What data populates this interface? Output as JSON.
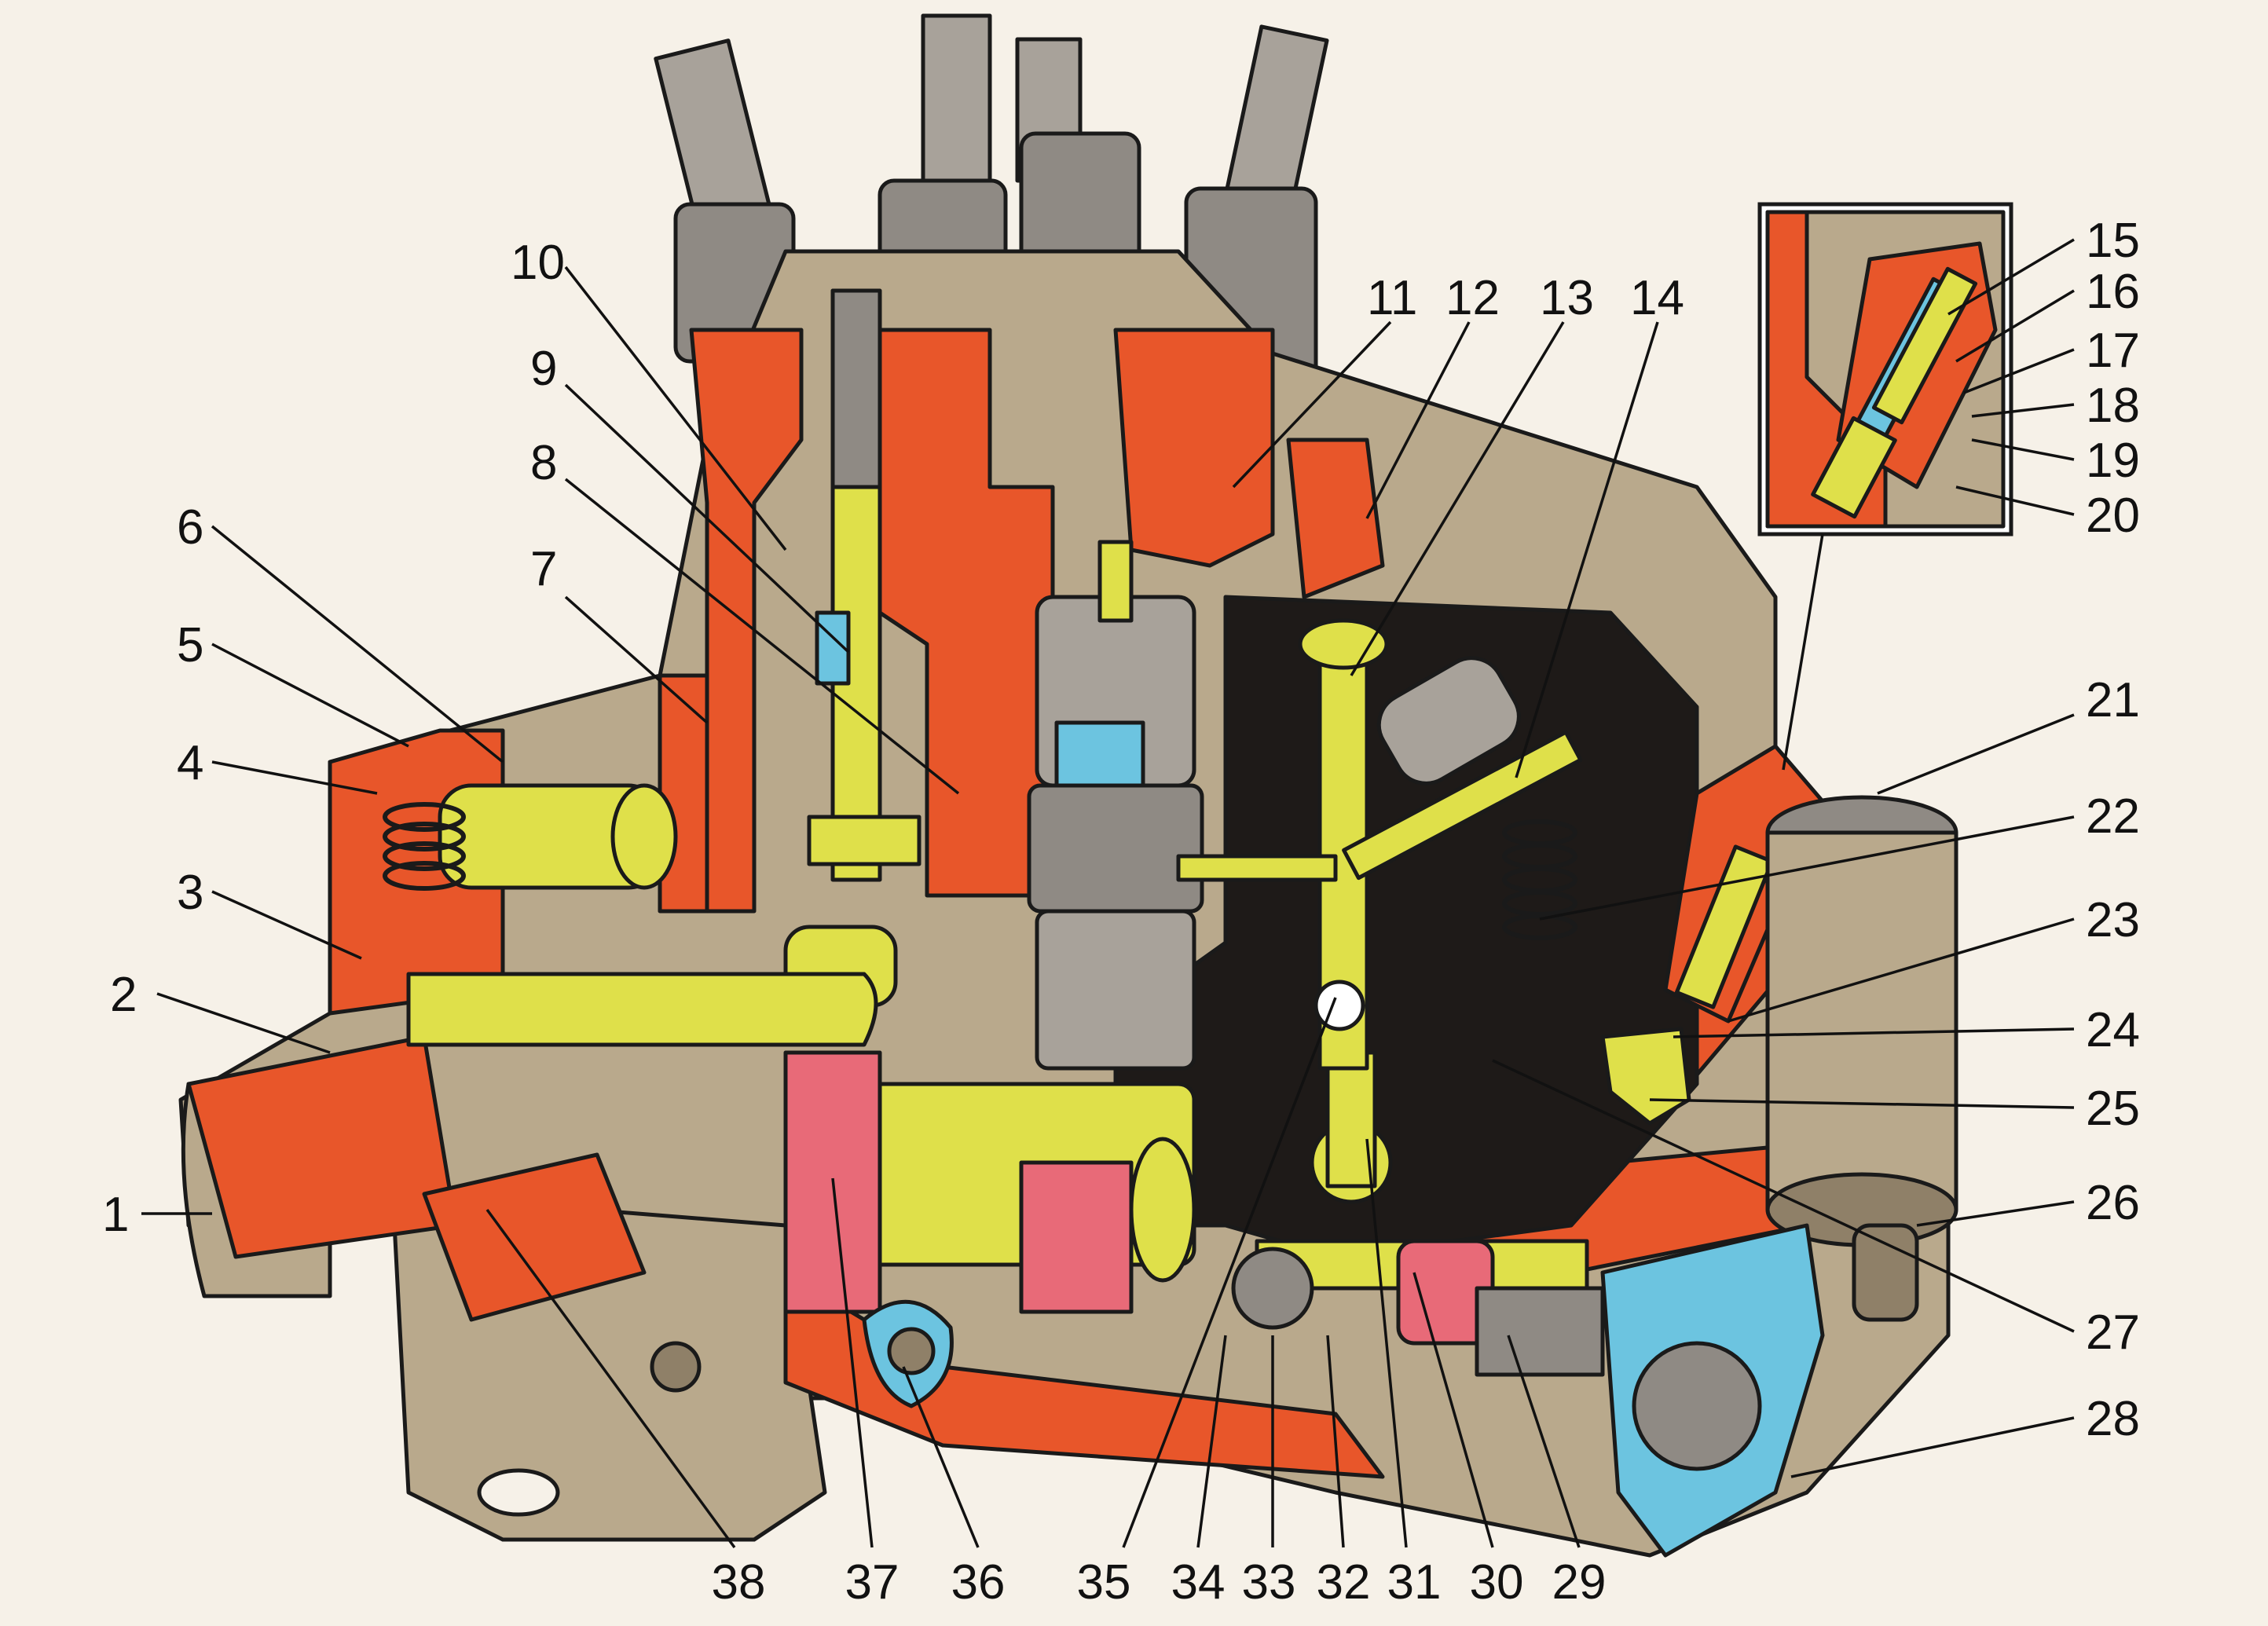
{
  "colors": {
    "background": "#f6f1e8",
    "housing": "#b9a98c",
    "housing_dark": "#8f8068",
    "section_cut": "#e8562a",
    "internal_parts": "#dfe04a",
    "pink_parts": "#e86a78",
    "blue_parts": "#6cc4e0",
    "grey_parts": "#a8a29a",
    "dark_cavity": "#1e1a18"
  },
  "callouts": [
    {
      "n": "1"
    },
    {
      "n": "2"
    },
    {
      "n": "3"
    },
    {
      "n": "4"
    },
    {
      "n": "5"
    },
    {
      "n": "6"
    },
    {
      "n": "7"
    },
    {
      "n": "8"
    },
    {
      "n": "9"
    },
    {
      "n": "10"
    },
    {
      "n": "11"
    },
    {
      "n": "12"
    },
    {
      "n": "13"
    },
    {
      "n": "14"
    },
    {
      "n": "15"
    },
    {
      "n": "16"
    },
    {
      "n": "17"
    },
    {
      "n": "18"
    },
    {
      "n": "19"
    },
    {
      "n": "20"
    },
    {
      "n": "21"
    },
    {
      "n": "22"
    },
    {
      "n": "23"
    },
    {
      "n": "24"
    },
    {
      "n": "25"
    },
    {
      "n": "26"
    },
    {
      "n": "27"
    },
    {
      "n": "28"
    },
    {
      "n": "29"
    },
    {
      "n": "30"
    },
    {
      "n": "31"
    },
    {
      "n": "32"
    },
    {
      "n": "33"
    },
    {
      "n": "34"
    },
    {
      "n": "35"
    },
    {
      "n": "36"
    },
    {
      "n": "37"
    },
    {
      "n": "38"
    }
  ]
}
